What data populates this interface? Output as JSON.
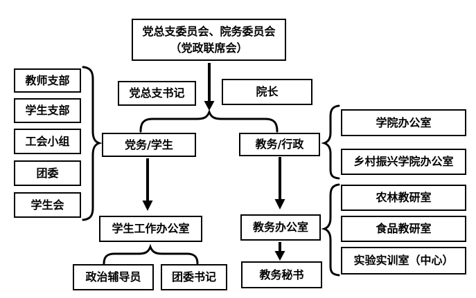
{
  "colors": {
    "ink": "#000000",
    "background": "#ffffff"
  },
  "nodes": {
    "top_line1": "党总支委员会、院务委员会",
    "top_line2": "（党政联席会）",
    "party_secretary": "党总支书记",
    "dean": "院长",
    "left_group": [
      "教师支部",
      "学生支部",
      "工会小组",
      "团委",
      "学生会"
    ],
    "party_student": "党务/学生",
    "academic_admin": "教务/行政",
    "right_upper_group": [
      "学院办公室",
      "乡村振兴学院办公室"
    ],
    "right_lower_group": [
      "农林教研室",
      "食品教研室",
      "实验实训室（中心）"
    ],
    "student_affairs_office": "学生工作办公室",
    "academic_office": "教务办公室",
    "political_counselor": "政治辅导员",
    "league_secretary": "团委书记",
    "academic_secretary": "教务秘书"
  }
}
